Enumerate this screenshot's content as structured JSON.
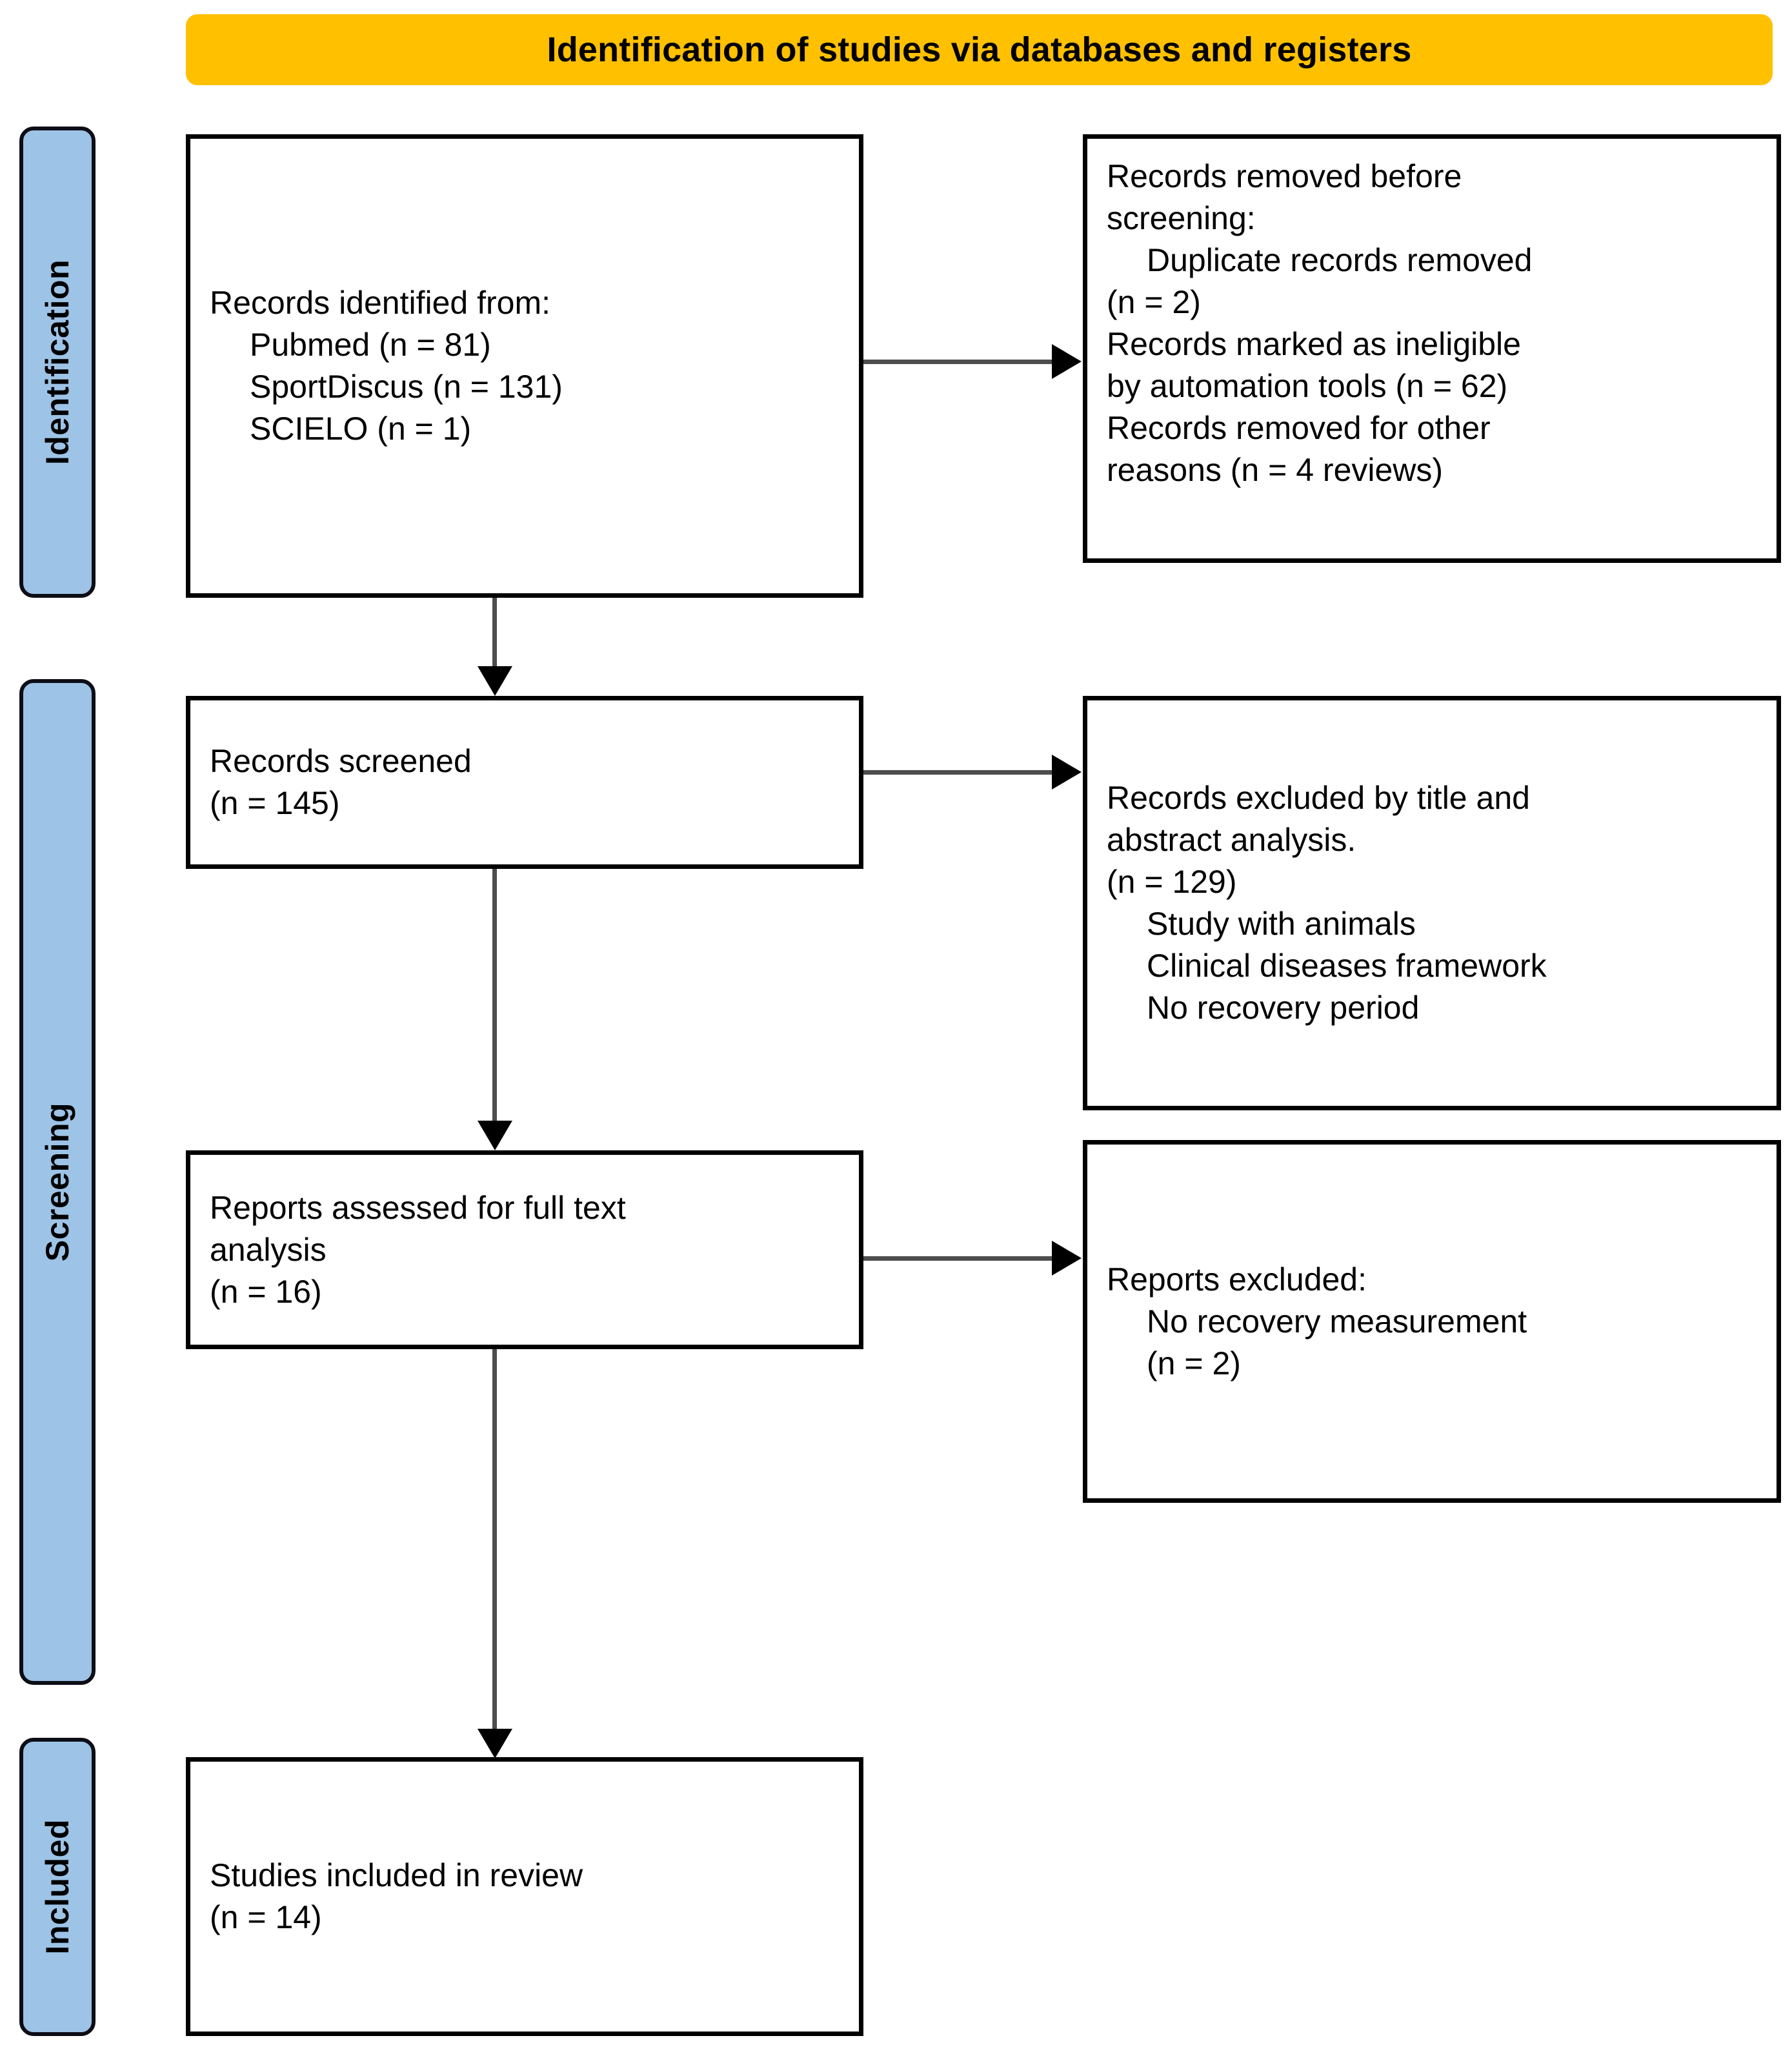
{
  "banner": {
    "title": "Identification of studies via databases and registers",
    "background_color": "#FFC000"
  },
  "phases": [
    {
      "id": "identification",
      "label": "Identification",
      "color": "#9DC3E6"
    },
    {
      "id": "screening",
      "label": "Screening",
      "color": "#9DC3E6"
    },
    {
      "id": "included",
      "label": "Included",
      "color": "#9DC3E6"
    }
  ],
  "boxes": {
    "identified": {
      "lines": [
        "Records identified from:",
        "Pubmed (n = 81)",
        "SportDiscus (n = 131)",
        "SCIELO (n = 1)"
      ]
    },
    "removed_before_screening": {
      "lines": [
        "Records removed ",
        "before",
        "screening",
        ":",
        "Duplicate records removed",
        "(n = 2)",
        "Records marked as ineligible",
        "by automation tools (n = 62)",
        "Records removed for other",
        "reasons (n = 4 reviews)"
      ]
    },
    "screened": {
      "lines": [
        "Records screened",
        "(n = 145)"
      ]
    },
    "excluded": {
      "lines": [
        "Records excluded by title and",
        "abstract analysis.",
        "(n = 129)",
        "Study with animals",
        "Clinical diseases framework",
        "No recovery period"
      ]
    },
    "reports_assessed": {
      "lines": [
        "Reports assessed for full text",
        "analysis",
        "(n = 16)"
      ]
    },
    "reports_excluded": {
      "lines": [
        "Reports excluded:",
        "No recovery measurement",
        "(n = 2)"
      ]
    },
    "included": {
      "lines": [
        "Studies included in review",
        "(n = 14)"
      ]
    }
  },
  "counts": {
    "pubmed": 81,
    "sportdiscus": 131,
    "scielo": 1,
    "duplicates_removed": 2,
    "ineligible_automation": 62,
    "other_reasons": 4,
    "records_screened": 145,
    "records_excluded": 129,
    "reports_assessed": 16,
    "reports_excluded": 2,
    "studies_included": 14
  }
}
